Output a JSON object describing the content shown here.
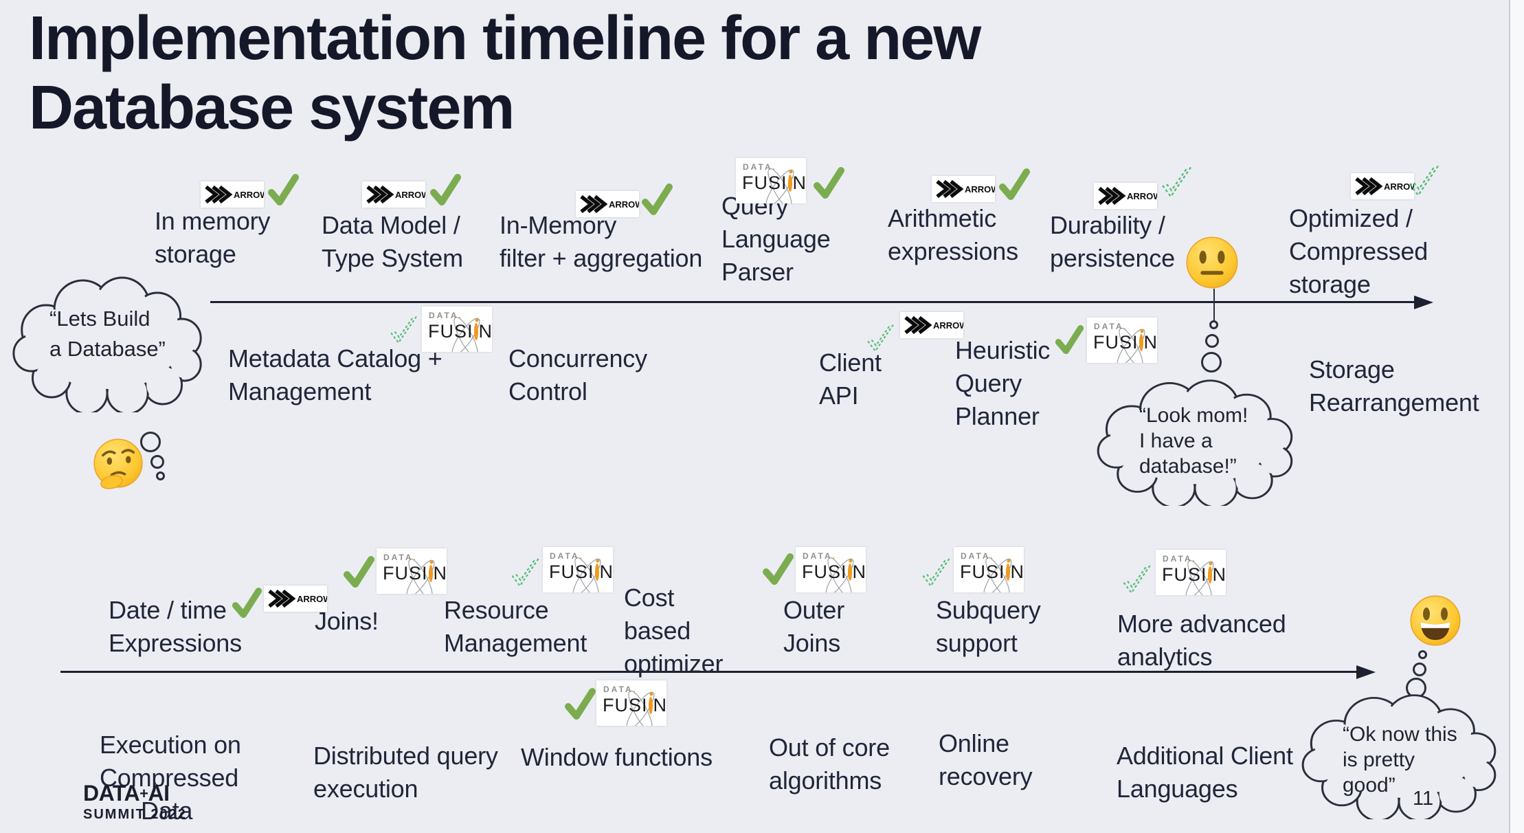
{
  "slide": {
    "title_line1": "Implementation timeline for a new",
    "title_line2": "Database system",
    "page_number": "11"
  },
  "logos": {
    "arrow": "ARROW",
    "df_data": "DATA",
    "df_dot": ".",
    "df_fusi": "FUSI",
    "df_n": "N"
  },
  "footer": {
    "data": "DATA",
    "plus": "+",
    "ai": "AI",
    "summit": "SUMMIT 2022"
  },
  "clouds": {
    "lets_build": {
      "lines": [
        "“Lets Build",
        "a Database”"
      ]
    },
    "look_mom": {
      "lines": [
        "“Look mom!",
        "I have a",
        "database!”"
      ]
    },
    "ok_now": {
      "lines": [
        "“Ok now this",
        "is pretty",
        "good”"
      ]
    }
  },
  "t1_above": [
    {
      "id": "in-memory-storage",
      "logo": "arrow",
      "check": "solid",
      "lines": [
        "In memory",
        "storage"
      ]
    },
    {
      "id": "data-model-type-system",
      "logo": "arrow",
      "check": "solid",
      "lines": [
        "Data Model /",
        "Type System"
      ]
    },
    {
      "id": "in-memory-filter-aggregation",
      "logo": "arrow",
      "check": "solid",
      "lines": [
        "In-Memory",
        "filter + aggregation"
      ]
    },
    {
      "id": "query-language-parser",
      "logo": "datafusion",
      "check": "solid",
      "lines": [
        "Query",
        "Language",
        "Parser"
      ]
    },
    {
      "id": "arithmetic-expressions",
      "logo": "arrow",
      "check": "solid",
      "lines": [
        "Arithmetic",
        "expressions"
      ]
    },
    {
      "id": "durability-persistence",
      "logo": "arrow",
      "check": "dashed",
      "lines": [
        "Durability /",
        "persistence"
      ]
    },
    {
      "id": "optimized-compressed-storage",
      "logo": "arrow",
      "check": "dashed",
      "lines": [
        "Optimized /",
        "Compressed",
        "storage"
      ]
    }
  ],
  "t1_below": [
    {
      "id": "metadata-catalog-management",
      "logo": "datafusion",
      "check": "dashed",
      "lines": [
        "Metadata Catalog +",
        "Management"
      ]
    },
    {
      "id": "concurrency-control",
      "logo": null,
      "check": null,
      "lines": [
        "Concurrency",
        "Control"
      ]
    },
    {
      "id": "client-api",
      "logo": "arrow",
      "check": "dashed",
      "lines": [
        "Client",
        "API"
      ]
    },
    {
      "id": "heuristic-query-planner",
      "logo": "datafusion",
      "check": "solid",
      "lines": [
        "Heuristic",
        "Query",
        "Planner"
      ]
    },
    {
      "id": "storage-rearrangement",
      "logo": null,
      "check": null,
      "lines": [
        "Storage",
        "Rearrangement"
      ]
    }
  ],
  "t2_above": [
    {
      "id": "date-time-expressions",
      "logo": "arrow",
      "check": "solid",
      "lines": [
        "Date / time",
        "Expressions"
      ]
    },
    {
      "id": "joins",
      "logo": "datafusion",
      "check": "solid",
      "lines": [
        "Joins!"
      ]
    },
    {
      "id": "resource-management",
      "logo": "datafusion",
      "check": "dashed",
      "lines": [
        "Resource",
        "Management"
      ]
    },
    {
      "id": "cost-based-optimizer",
      "logo": null,
      "check": null,
      "lines": [
        "Cost",
        "based",
        "optimizer"
      ]
    },
    {
      "id": "outer-joins",
      "logo": "datafusion",
      "check": "solid",
      "lines": [
        "Outer",
        "Joins"
      ]
    },
    {
      "id": "subquery-support",
      "logo": "datafusion",
      "check": "dashed",
      "lines": [
        "Subquery",
        "support"
      ]
    },
    {
      "id": "more-advanced-analytics",
      "logo": "datafusion",
      "check": "dashed",
      "lines": [
        "More advanced",
        "analytics"
      ]
    }
  ],
  "t2_below": [
    {
      "id": "execution-on-compressed-data",
      "logo": null,
      "check": null,
      "lines": [
        "Execution on",
        "Compressed",
        "Data"
      ]
    },
    {
      "id": "distributed-query-execution",
      "logo": null,
      "check": null,
      "lines": [
        "Distributed query",
        "execution"
      ]
    },
    {
      "id": "window-functions",
      "logo": "datafusion",
      "check": "solid",
      "lines": [
        "Window functions"
      ]
    },
    {
      "id": "out-of-core-algorithms",
      "logo": null,
      "check": null,
      "lines": [
        "Out of core",
        "algorithms"
      ]
    },
    {
      "id": "online-recovery",
      "logo": null,
      "check": null,
      "lines": [
        "Online",
        "recovery"
      ]
    },
    {
      "id": "additional-client-languages",
      "logo": null,
      "check": null,
      "lines": [
        "Additional Client",
        "Languages"
      ]
    }
  ]
}
